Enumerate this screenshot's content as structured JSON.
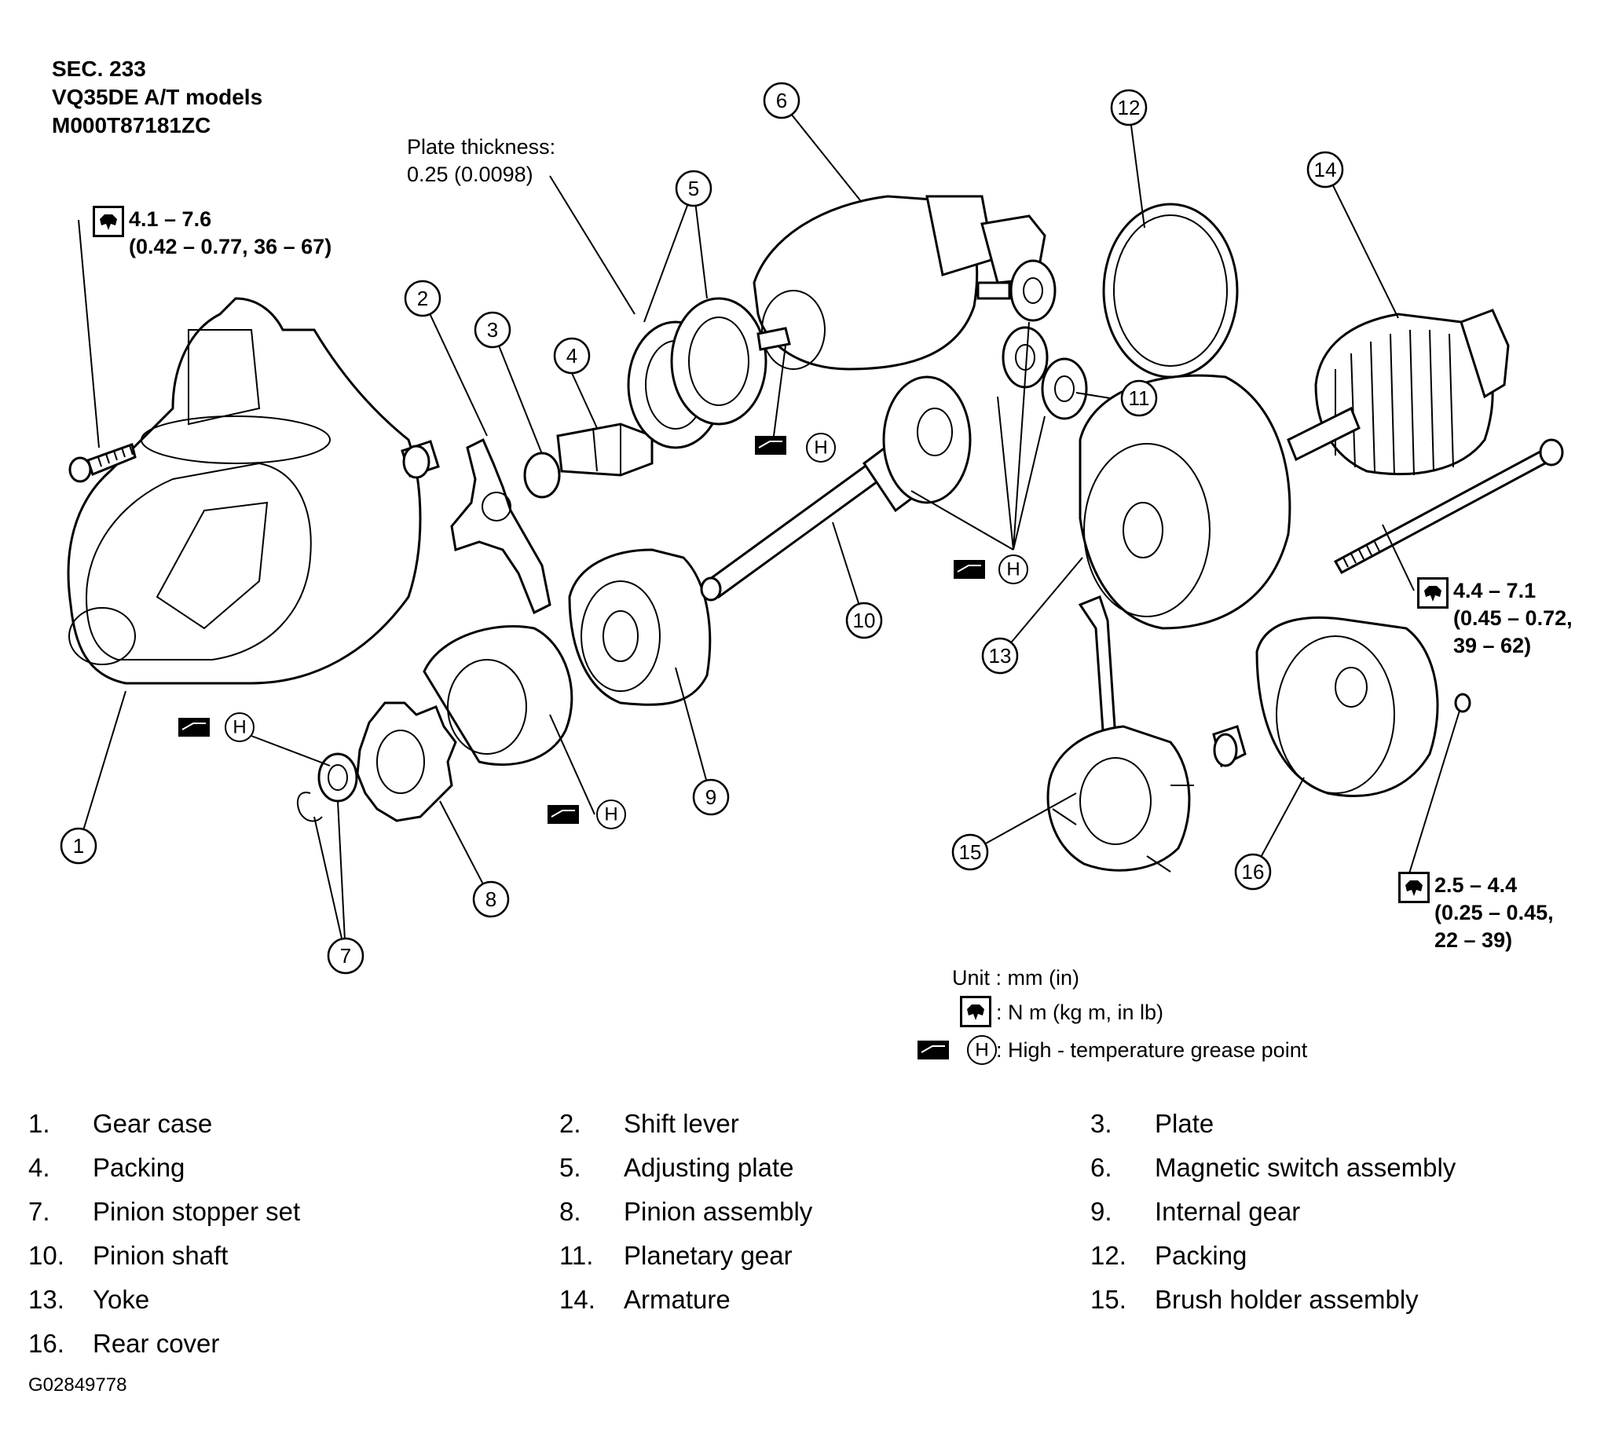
{
  "header": {
    "section": "SEC. 233",
    "model": "VQ35DE A/T models",
    "code": "M000T87181ZC"
  },
  "annotations": {
    "plate_thickness_label": "Plate thickness:",
    "plate_thickness_value": "0.25 (0.0098)",
    "torque_bolt": {
      "line1": "4.1 – 7.6",
      "line2": "(0.42 – 0.77, 36 – 67)"
    },
    "torque_through_bolt": {
      "line1": "4.4 – 7.1",
      "line2": "(0.45 – 0.72,",
      "line3": "39 – 62)"
    },
    "torque_rear_screw": {
      "line1": "2.5 – 4.4",
      "line2": "(0.25 – 0.45,",
      "line3": "22 – 39)"
    }
  },
  "legend": {
    "unit": "Unit : mm (in)",
    "torque": ": N m (kg   m, in   lb)",
    "grease": ": High - temperature grease point"
  },
  "symbols": {
    "grease_letter": "H",
    "torque_icon": "torque-wrench-icon",
    "grease_icon": "grease-gun-icon"
  },
  "callouts": [
    "1",
    "2",
    "3",
    "4",
    "5",
    "6",
    "7",
    "8",
    "9",
    "10",
    "11",
    "12",
    "13",
    "14",
    "15",
    "16"
  ],
  "parts": [
    {
      "num": "1.",
      "name": "Gear case"
    },
    {
      "num": "2.",
      "name": "Shift lever"
    },
    {
      "num": "3.",
      "name": "Plate"
    },
    {
      "num": "4.",
      "name": "Packing"
    },
    {
      "num": "5.",
      "name": "Adjusting plate"
    },
    {
      "num": "6.",
      "name": "Magnetic switch assembly"
    },
    {
      "num": "7.",
      "name": "Pinion stopper set"
    },
    {
      "num": "8.",
      "name": "Pinion assembly"
    },
    {
      "num": "9.",
      "name": "Internal gear"
    },
    {
      "num": "10.",
      "name": "Pinion shaft"
    },
    {
      "num": "11.",
      "name": "Planetary gear"
    },
    {
      "num": "12.",
      "name": "Packing"
    },
    {
      "num": "13.",
      "name": "Yoke"
    },
    {
      "num": "14.",
      "name": "Armature"
    },
    {
      "num": "15.",
      "name": "Brush holder assembly"
    },
    {
      "num": "16.",
      "name": "Rear cover"
    }
  ],
  "figure_id": "G02849778"
}
